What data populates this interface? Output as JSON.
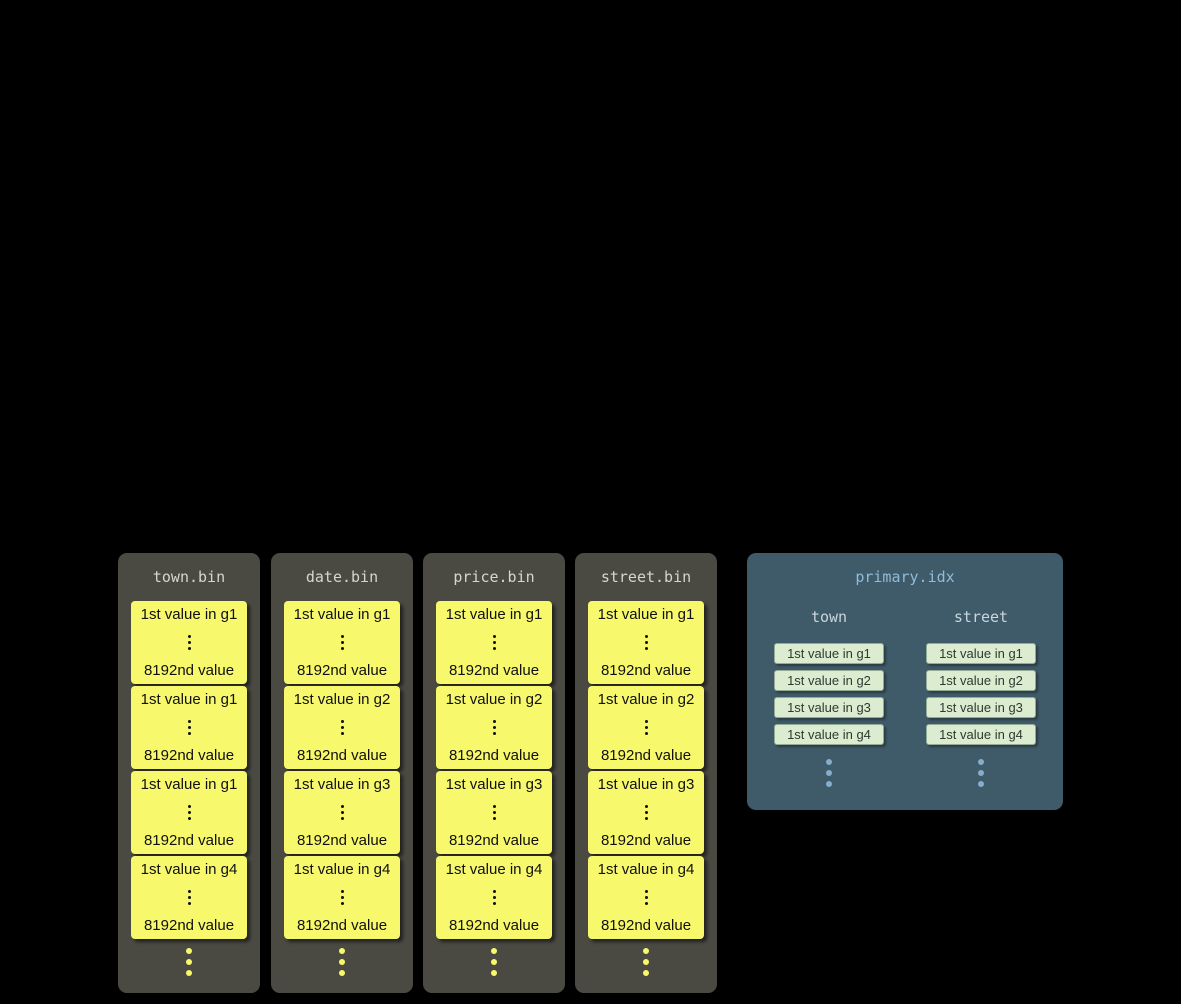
{
  "colors": {
    "bin-bg": "#4a4a43",
    "bin-title": "#d6d6cd",
    "yellow": "#f8f86d",
    "idx-bg": "#3f5a68",
    "idx-title": "#8fbcd9",
    "idx-header": "#c9d6dd",
    "chip-bg": "#dcecd0",
    "dot-blue": "#85aecb"
  },
  "bins": [
    {
      "title": "town.bin",
      "granules": [
        {
          "first": "1st value in g1",
          "last": "8192nd value"
        },
        {
          "first": "1st value in g1",
          "last": "8192nd value"
        },
        {
          "first": "1st value in g1",
          "last": "8192nd value"
        },
        {
          "first": "1st value in g4",
          "last": "8192nd value"
        }
      ]
    },
    {
      "title": "date.bin",
      "granules": [
        {
          "first": "1st value in g1",
          "last": "8192nd value"
        },
        {
          "first": "1st value in g2",
          "last": "8192nd value"
        },
        {
          "first": "1st value in g3",
          "last": "8192nd value"
        },
        {
          "first": "1st value in g4",
          "last": "8192nd value"
        }
      ]
    },
    {
      "title": "price.bin",
      "granules": [
        {
          "first": "1st value in g1",
          "last": "8192nd value"
        },
        {
          "first": "1st value in g2",
          "last": "8192nd value"
        },
        {
          "first": "1st value in g3",
          "last": "8192nd value"
        },
        {
          "first": "1st value in g4",
          "last": "8192nd value"
        }
      ]
    },
    {
      "title": "street.bin",
      "granules": [
        {
          "first": "1st value in g1",
          "last": "8192nd value"
        },
        {
          "first": "1st value in g2",
          "last": "8192nd value"
        },
        {
          "first": "1st value in g3",
          "last": "8192nd value"
        },
        {
          "first": "1st value in g4",
          "last": "8192nd value"
        }
      ]
    }
  ],
  "index": {
    "title": "primary.idx",
    "columns": [
      {
        "header": "town",
        "entries": [
          "1st value in g1",
          "1st value in g2",
          "1st value in g3",
          "1st value in g4"
        ]
      },
      {
        "header": "street",
        "entries": [
          "1st value in g1",
          "1st value in g2",
          "1st value in g3",
          "1st value in g4"
        ]
      }
    ]
  }
}
